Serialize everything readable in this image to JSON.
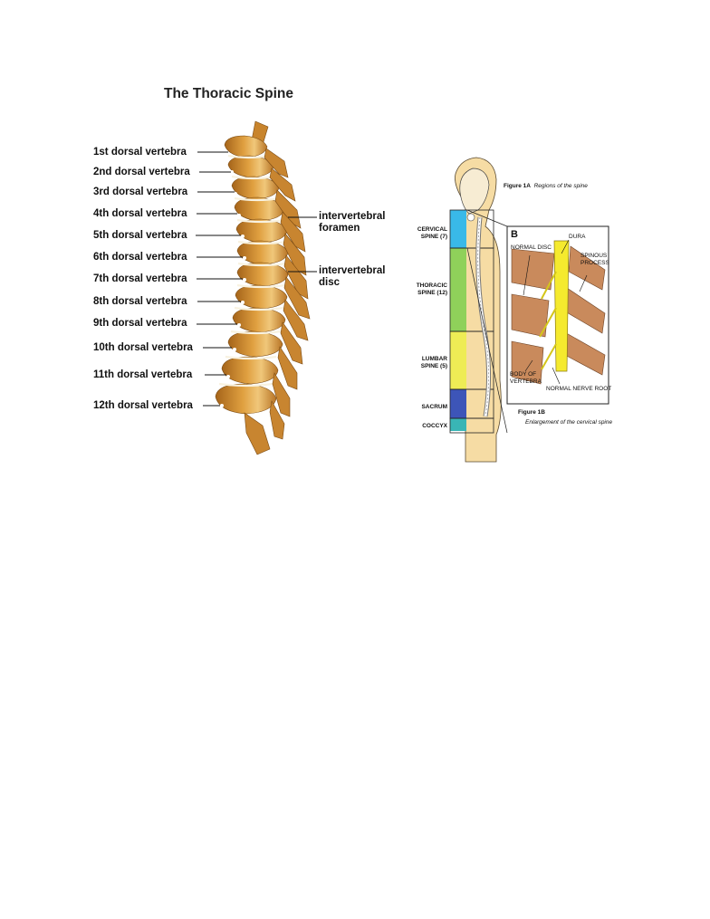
{
  "thoracic": {
    "title": "The Thoracic Spine",
    "vertebrae": [
      "1st dorsal vertebra",
      "2nd dorsal vertebra",
      "3rd dorsal vertebra",
      "4th dorsal vertebra",
      "5th dorsal vertebra",
      "6th dorsal vertebra",
      "7th dorsal vertebra",
      "8th dorsal vertebra",
      "9th dorsal vertebra",
      "10th dorsal vertebra",
      "11th dorsal vertebra",
      "12th dorsal vertebra"
    ],
    "right_labels": {
      "foramen_line1": "intervertebral",
      "foramen_line2": "foramen",
      "disc_line1": "intervertebral",
      "disc_line2": "disc"
    }
  },
  "regions_figure": {
    "fig1a_label": "Figure 1A",
    "fig1a_caption": "Regions of the spine",
    "regions": {
      "cervical_1": "CERVICAL",
      "cervical_2": "SPINE (7)",
      "thoracic_1": "THORACIC",
      "thoracic_2": "SPINE (12)",
      "lumbar_1": "LUMBAR",
      "lumbar_2": "SPINE (5)",
      "sacrum": "SACRUM",
      "coccyx": "COCCYX"
    },
    "inset": {
      "letter": "B",
      "normal_disc": "NORMAL DISC",
      "dura": "DURA",
      "spinous_1": "SPINOUS",
      "spinous_2": "PROCESS",
      "body_1": "BODY OF",
      "body_2": "VERTEBRA",
      "nerve_root": "NORMAL NERVE ROOT"
    },
    "fig1b_label": "Figure 1B",
    "fig1b_caption": "Enlargement of the cervical spine"
  },
  "colors": {
    "bone": "#d9962f",
    "bone_dark": "#a5641a",
    "bone_light": "#f0c77a",
    "skin": "#f6dca4",
    "cervical": "#39b9e8",
    "thoracic": "#8fd15a",
    "lumbar": "#eeec55",
    "sacrum": "#3d55b8",
    "coccyx": "#39b5b5",
    "dura": "#f5ea2e",
    "inset_bone": "#c98a5c"
  }
}
